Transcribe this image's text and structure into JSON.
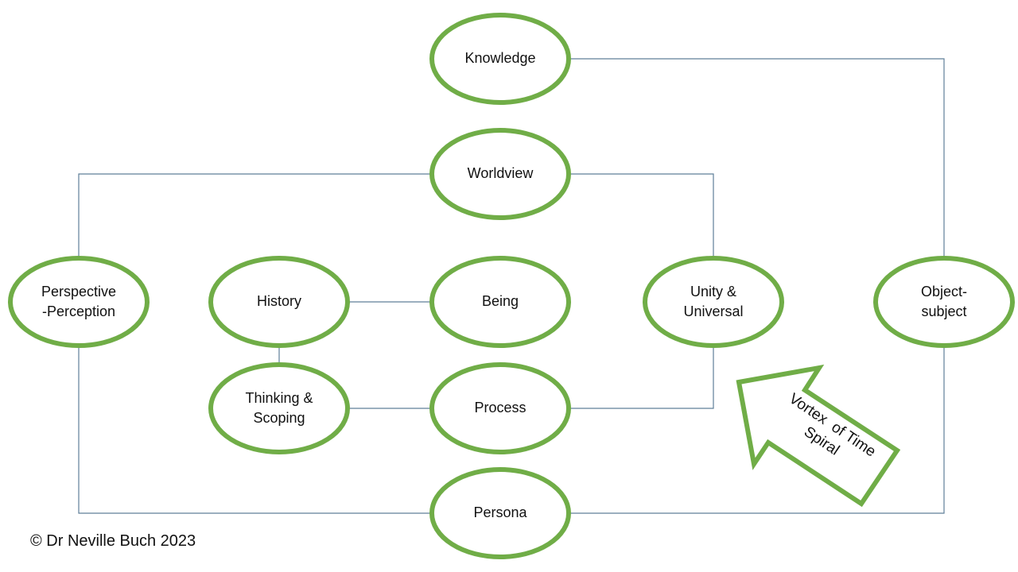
{
  "diagram": {
    "nodes": {
      "knowledge": {
        "lines": [
          "Knowledge"
        ]
      },
      "worldview": {
        "lines": [
          "Worldview"
        ]
      },
      "perspective": {
        "lines": [
          "Perspective",
          "-Perception"
        ]
      },
      "history": {
        "lines": [
          "History"
        ]
      },
      "being": {
        "lines": [
          "Being"
        ]
      },
      "unity": {
        "lines": [
          "Unity &",
          "Universal"
        ]
      },
      "object_subject": {
        "lines": [
          "Object-",
          "subject"
        ]
      },
      "thinking": {
        "lines": [
          "Thinking &",
          "Scoping"
        ]
      },
      "process": {
        "lines": [
          "Process"
        ]
      },
      "persona": {
        "lines": [
          "Persona"
        ]
      }
    },
    "arrow": {
      "lines": [
        "Vortex  of Time",
        "Spiral"
      ]
    },
    "colors": {
      "node_outline": "#70ad47",
      "connector": "#5f7f99",
      "text": "#111111"
    }
  },
  "footer": {
    "copyright": "© Dr Neville Buch 2023"
  }
}
